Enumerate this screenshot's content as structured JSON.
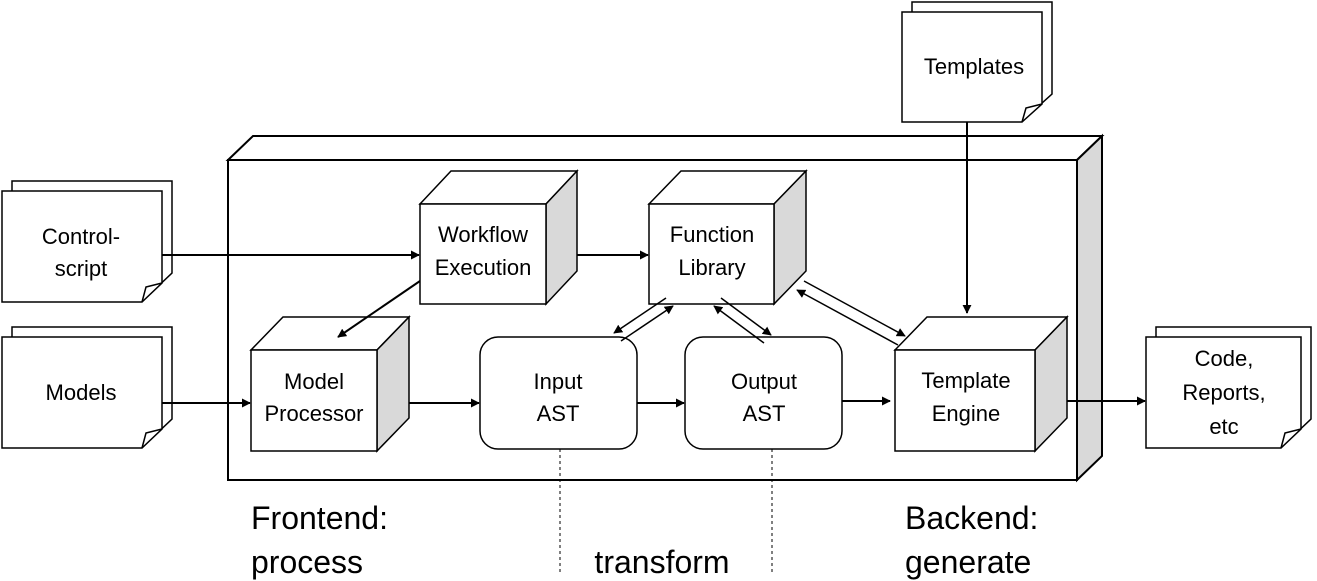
{
  "inputs": {
    "control_script": [
      "Control-",
      "script"
    ],
    "models": "Models",
    "templates": "Templates"
  },
  "outputs": {
    "code_reports": [
      "Code,",
      "Reports,",
      "etc"
    ]
  },
  "components": {
    "workflow_execution": [
      "Workflow",
      "Execution"
    ],
    "function_library": [
      "Function",
      "Library"
    ],
    "model_processor": [
      "Model",
      "Processor"
    ],
    "input_ast": [
      "Input",
      "AST"
    ],
    "output_ast": [
      "Output",
      "AST"
    ],
    "template_engine": [
      "Template",
      "Engine"
    ]
  },
  "phases": {
    "frontend": [
      "Frontend:",
      "process"
    ],
    "transform": "transform",
    "backend": [
      "Backend:",
      "generate"
    ]
  },
  "colors": {
    "stroke": "#000000",
    "cube_side": "#d9d9d9",
    "cube_face": "#ffffff"
  }
}
